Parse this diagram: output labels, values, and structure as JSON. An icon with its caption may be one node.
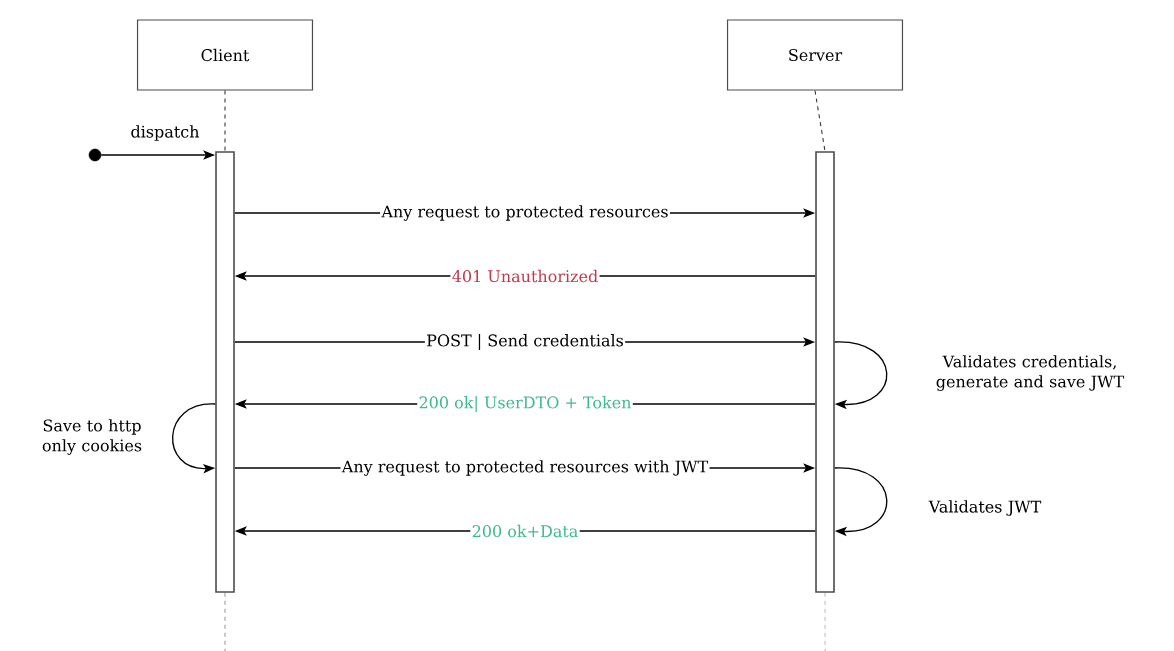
{
  "diagram": {
    "nodes": [
      {
        "text": [
          "Client"
        ]
      },
      {
        "text": [
          "Server"
        ]
      },
      {
        "text": [],
        "shape": "bar"
      },
      {
        "text": [],
        "shape": "bar"
      },
      {
        "text": [],
        "shape": "circle"
      }
    ],
    "edges": [
      {
        "from": 0,
        "to": 2,
        "arrow": "none",
        "style": "dashed"
      },
      {
        "from": 1,
        "to": 3,
        "arrow": "none",
        "style": "dashed"
      },
      {
        "from": 4,
        "to": 2,
        "arrow": "to",
        "label": "dispatch"
      },
      {
        "from": 2,
        "to": 3,
        "arrow": "to",
        "label": "Any request to protected resources"
      },
      {
        "from": 3,
        "to": 2,
        "arrow": "to",
        "label": "401 Unauthorized"
      },
      {
        "from": 2,
        "to": 3,
        "arrow": "to",
        "label": "POST | Send credentials"
      },
      {
        "from": 3,
        "to": 3,
        "arrow": "to",
        "label": "Validates credentials, generate and save JWT"
      },
      {
        "from": 3,
        "to": 2,
        "arrow": "to",
        "label": "200 ok| UserDTO + Token"
      },
      {
        "from": 2,
        "to": 2,
        "arrow": "to",
        "label": "Save to http only cookies"
      },
      {
        "from": 2,
        "to": 3,
        "arrow": "to",
        "label": "Any request to protected resources with JWT"
      },
      {
        "from": 3,
        "to": 3,
        "arrow": "to",
        "label": "Validates JWT"
      },
      {
        "from": 3,
        "to": 2,
        "arrow": "to",
        "label": "200 ok+Data"
      }
    ]
  }
}
